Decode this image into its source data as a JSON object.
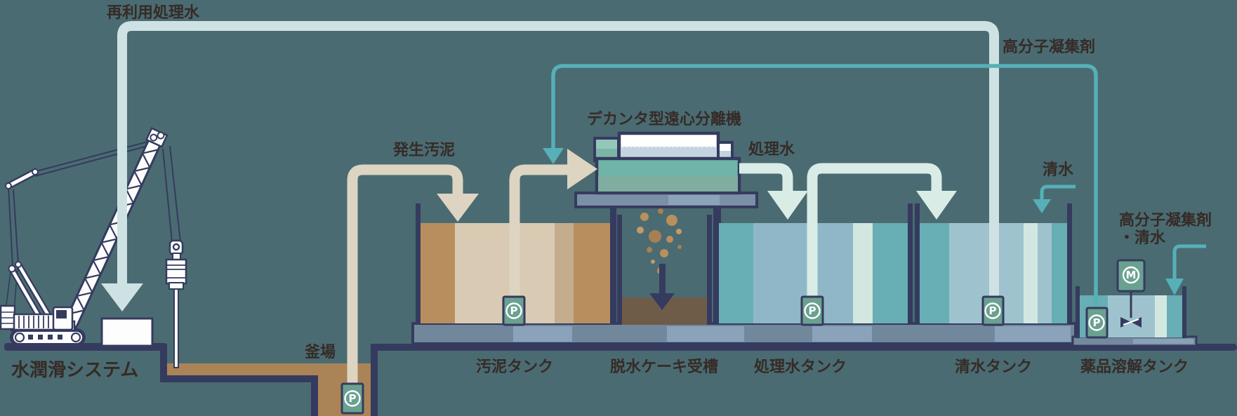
{
  "flows": {
    "reuse_water": "再利用処理水",
    "polymer": "高分子凝集剤",
    "generated_sludge": "発生汚泥",
    "treated_water": "処理水",
    "fresh_water": "清水",
    "polymer_fresh_line1": "高分子凝集剤",
    "polymer_fresh_line2": "・清水"
  },
  "equipment": {
    "system": "水潤滑システム",
    "sump": "釜場",
    "decanter": "デカンタ型遠心分離機"
  },
  "tanks": [
    {
      "label": "汚泥タンク"
    },
    {
      "label": "脱水ケーキ受槽"
    },
    {
      "label": "処理水タンク"
    },
    {
      "label": "清水タンク"
    },
    {
      "label": "薬品溶解タンク"
    }
  ],
  "icons": {
    "pump": "P",
    "motor": "M"
  },
  "colors": {
    "background": "#4a6b72",
    "outline_navy": "#353b5e",
    "text": "#362b26",
    "pipe_sludge_beige": "#ded4c2",
    "pipe_treated_mint": "#d9ece6",
    "pipe_reuse_blue": "#cfe2e3",
    "pipe_chemical_teal": "#57b0b8",
    "tank_teal": "#67afb4",
    "tank_blue": "#8fb7c8",
    "tank_blue_light": "#9fc3ce",
    "tank_pale": "#d3e7e1",
    "sludge_brown": "#b98e5e",
    "sludge_beige": "#d9cbb3",
    "sludge_tan": "#c3ad8e",
    "soil_brown": "#aa8457",
    "cake_brown": "#6e5c49",
    "platform_gray": "#71879c",
    "platform_light": "#8ba3ba",
    "pump_green": "#6aa191",
    "machine_teal": "#70b3a7",
    "machine_pale": "#c3d3e0",
    "white": "#ffffff"
  }
}
